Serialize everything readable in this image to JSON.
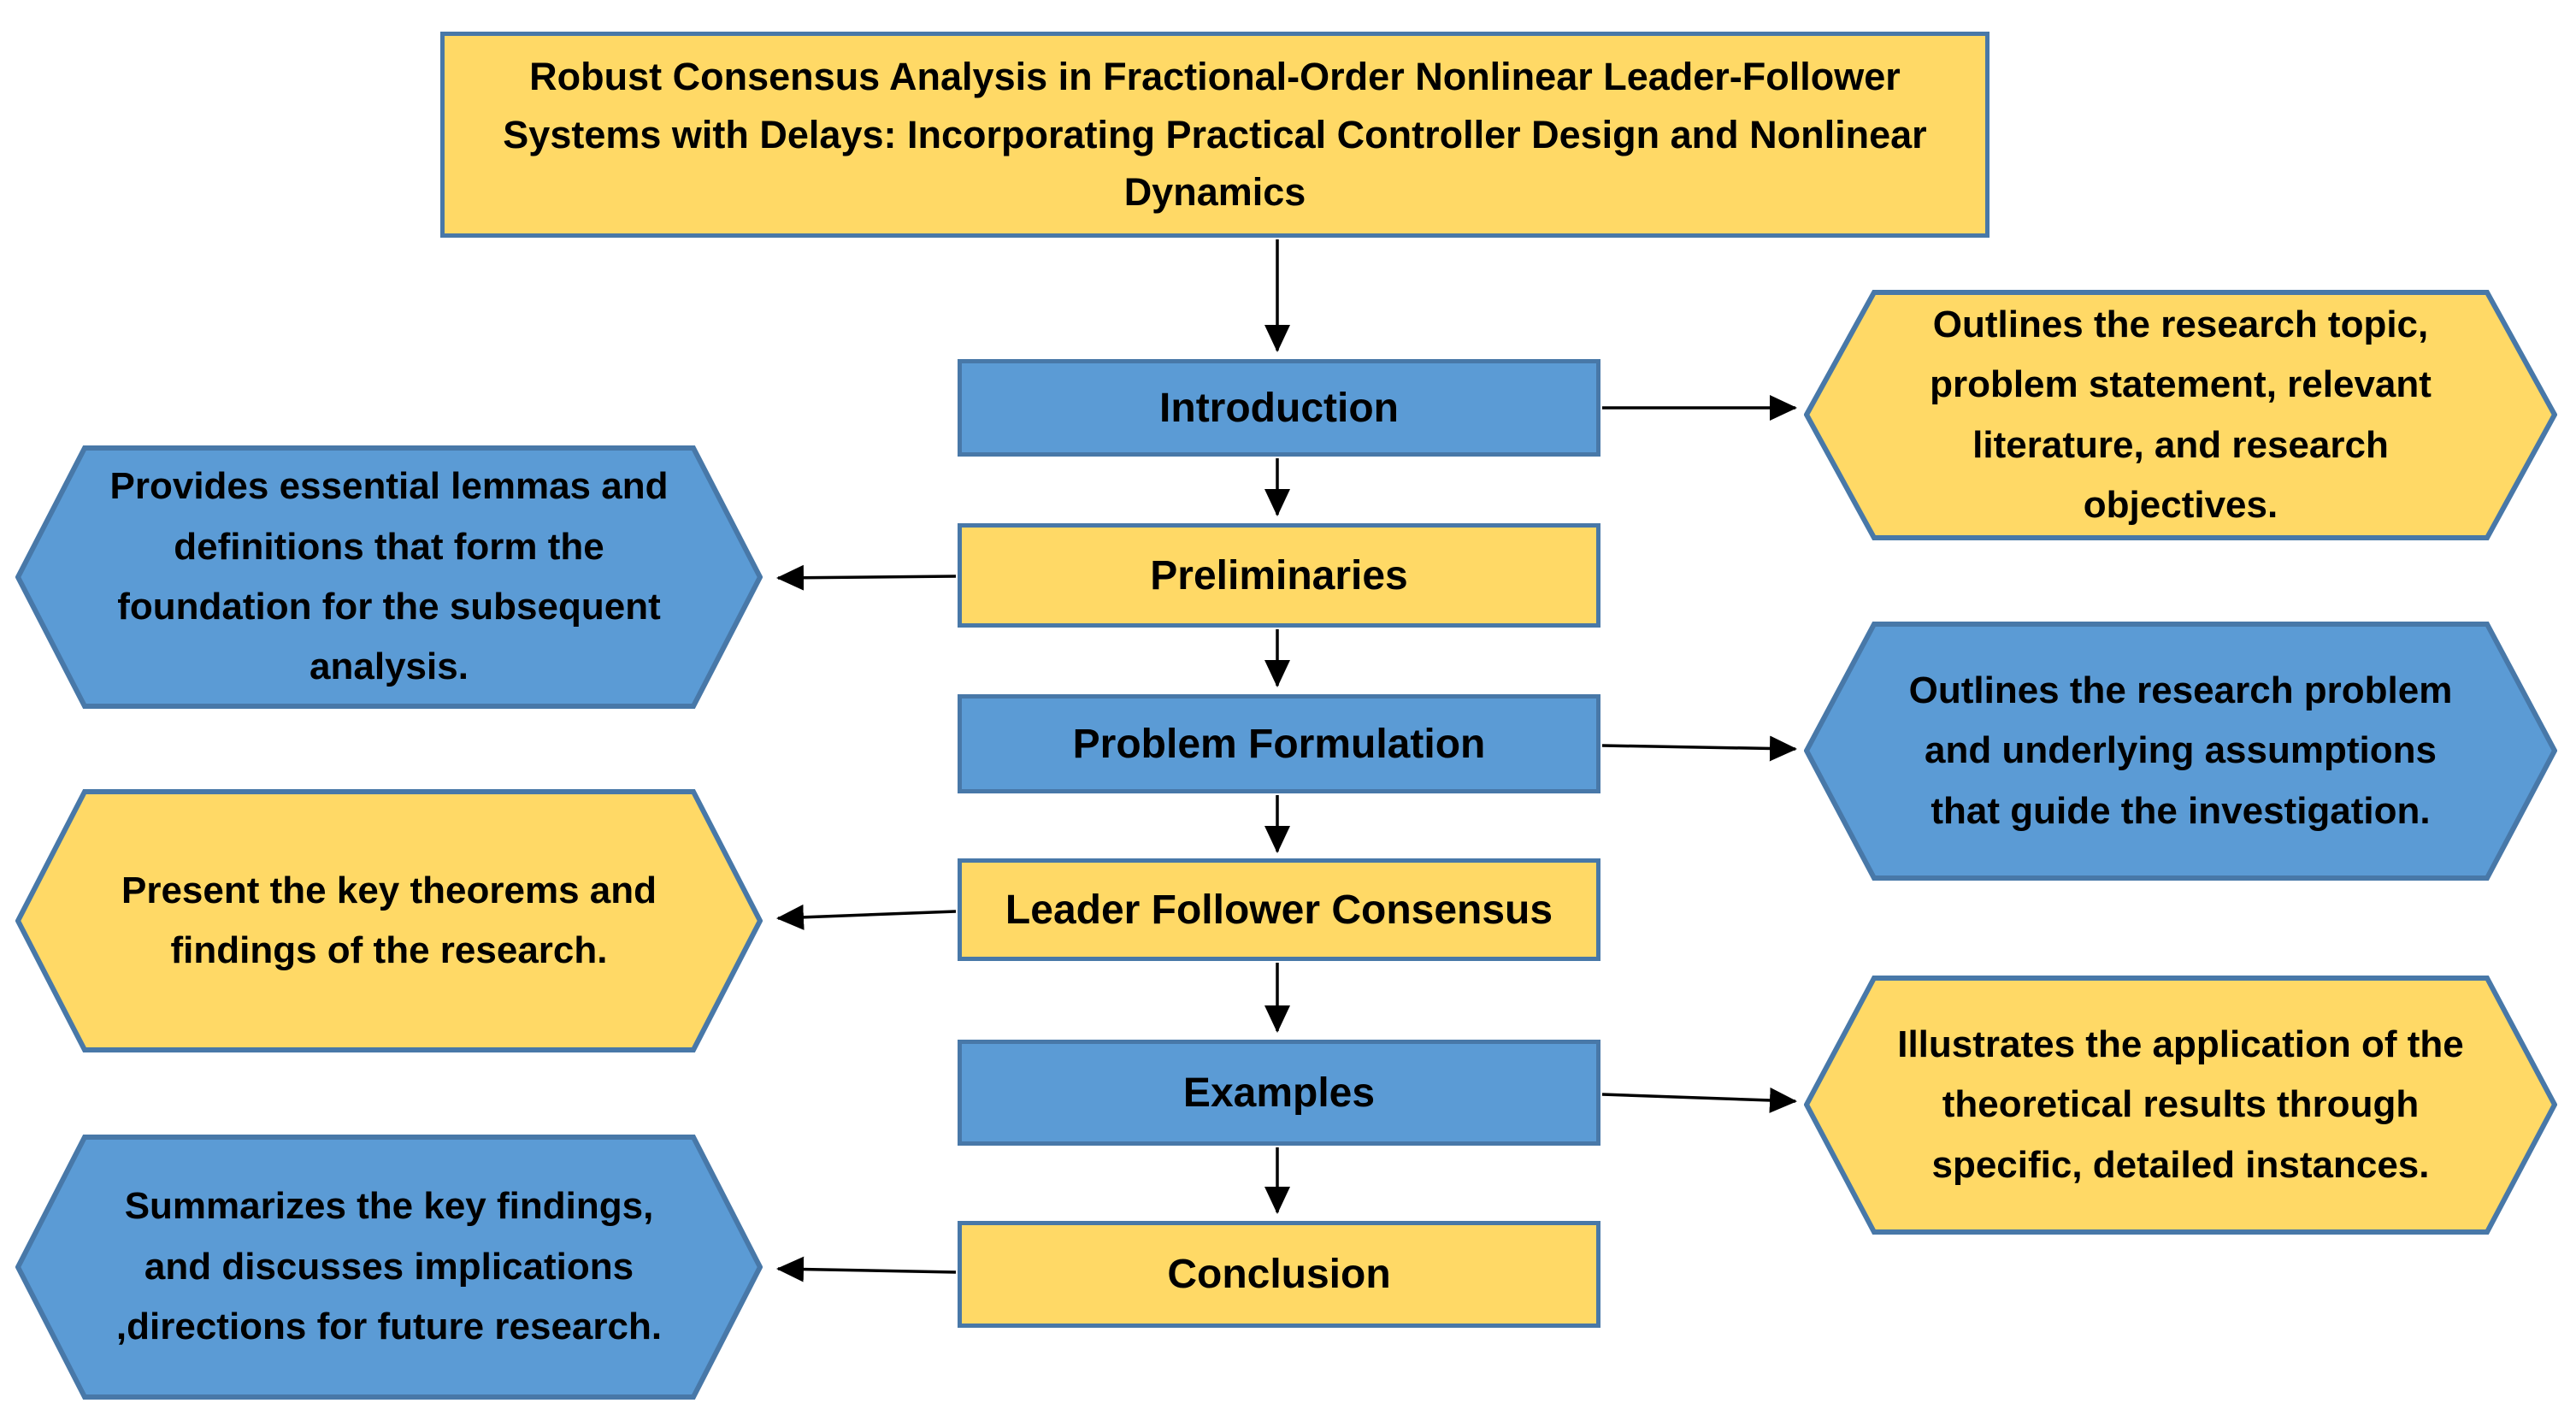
{
  "diagram": {
    "title": "Robust Consensus Analysis in Fractional-Order Nonlinear Leader-Follower Systems with Delays: Incorporating Practical Controller Design and Nonlinear Dynamics",
    "flow": [
      {
        "label": "Introduction",
        "color": "blue"
      },
      {
        "label": "Preliminaries",
        "color": "yellow"
      },
      {
        "label": "Problem Formulation",
        "color": "blue"
      },
      {
        "label": "Leader Follower Consensus",
        "color": "yellow"
      },
      {
        "label": "Examples",
        "color": "blue"
      },
      {
        "label": "Conclusion",
        "color": "yellow"
      }
    ],
    "callouts": {
      "right": [
        {
          "text": "Outlines the research topic, problem statement, relevant literature, and research objectives.",
          "color": "yellow",
          "points_to": "Introduction"
        },
        {
          "text": "Outlines the research problem and underlying assumptions that guide the investigation.",
          "color": "blue",
          "points_to": "Problem Formulation"
        },
        {
          "text": "Illustrates the application of the theoretical results through specific, detailed instances.",
          "color": "yellow",
          "points_to": "Examples"
        }
      ],
      "left": [
        {
          "text": "Provides essential lemmas and definitions that form the foundation for the subsequent analysis.",
          "color": "blue",
          "points_to": "Preliminaries"
        },
        {
          "text": "Present the key theorems and findings of the research.",
          "color": "yellow",
          "points_to": "Leader Follower Consensus"
        },
        {
          "text": "Summarizes the key findings, and discusses implications ,directions for future research.",
          "color": "blue",
          "points_to": "Conclusion"
        }
      ]
    },
    "colors": {
      "yellow_fill": "#FFD966",
      "blue_fill": "#5B9BD5",
      "shape_border": "#4878A8",
      "arrow": "#000000",
      "text": "#000000"
    }
  }
}
